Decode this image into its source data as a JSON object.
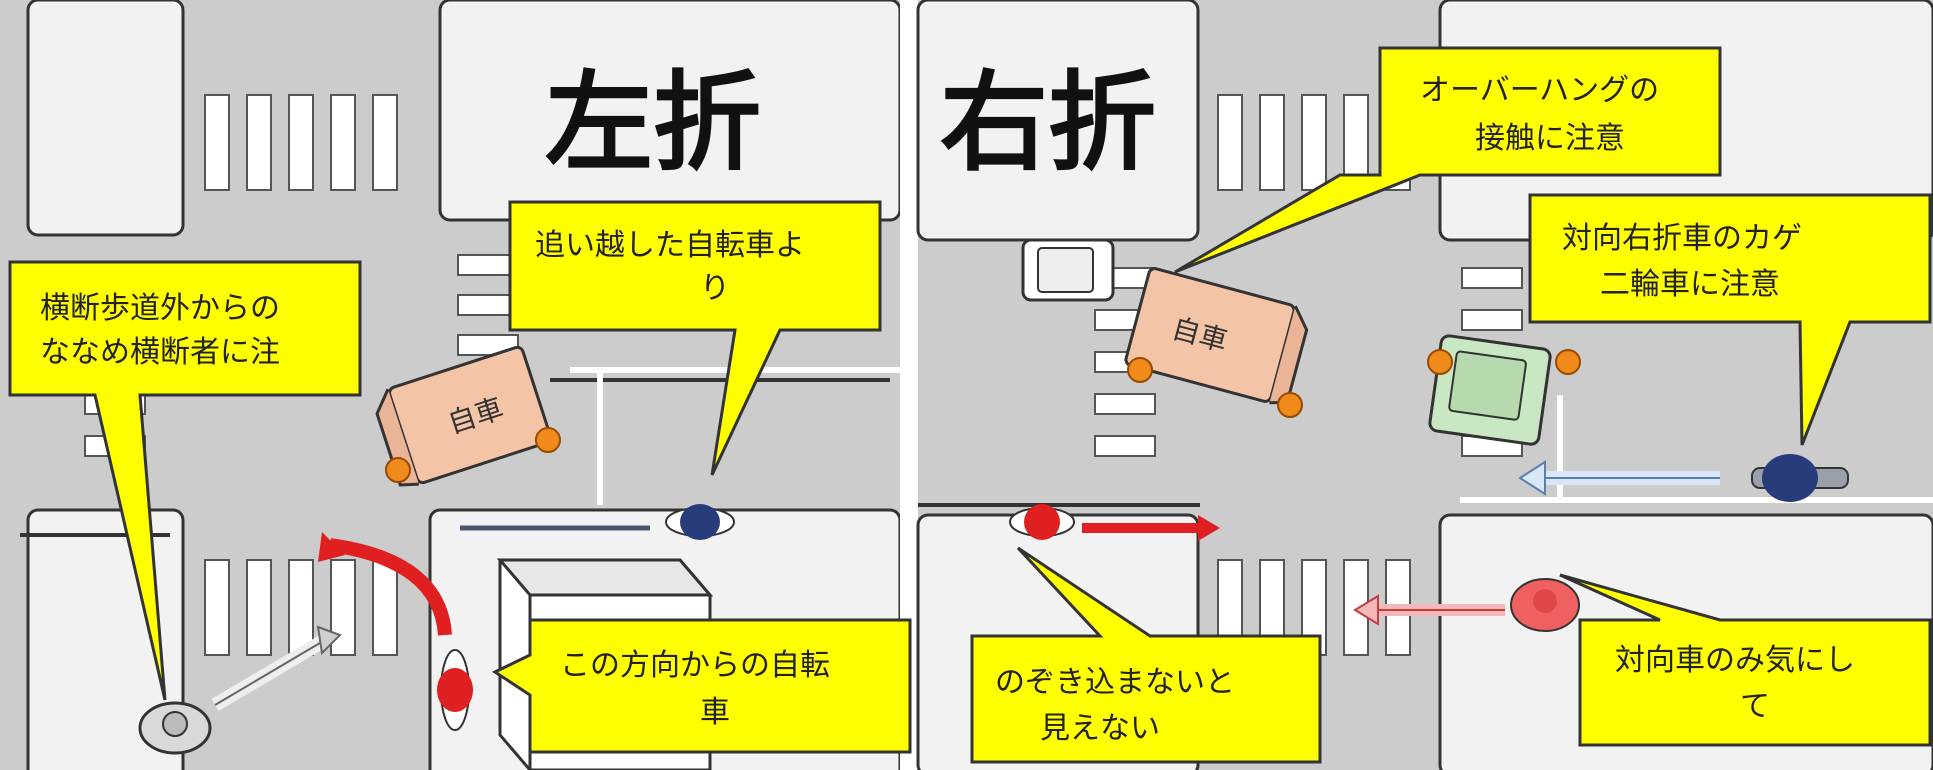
{
  "titles": {
    "left_turn": "左折",
    "right_turn": "右折"
  },
  "left_panel": {
    "own_car_label": "自車",
    "callouts": {
      "diagonal_pedestrian": [
        "横断歩道外からの",
        "ななめ横断者に注"
      ],
      "overtaken_bicycle": [
        "追い越した自転車よ",
        "り"
      ],
      "bicycle_from_this_direction": [
        "この方向からの自転",
        "車"
      ]
    }
  },
  "right_panel": {
    "own_car_label": "自車",
    "callouts": {
      "overhang": [
        "オーバーハングの",
        "接触に注意"
      ],
      "two_wheeler_behind_oncoming": [
        "対向右折車のカゲ",
        "二輪車に注意"
      ],
      "not_visible_unless_peek": [
        "のぞき込まないと",
        "見えない"
      ],
      "oncoming_only": [
        "対向車のみ気にし",
        "て"
      ]
    }
  },
  "colors": {
    "road": "#cccccc",
    "sidewalk": "#f2f2f2",
    "callout_fill": "#ffff00",
    "own_car": "#f4c4a6",
    "oncoming_car": "#c9e7c2",
    "red_arrow": "#e02020",
    "pink_pedestrian": "#f06060",
    "blue_bicycle": "#283c7c",
    "hazard_orange": "#f08a1a"
  }
}
